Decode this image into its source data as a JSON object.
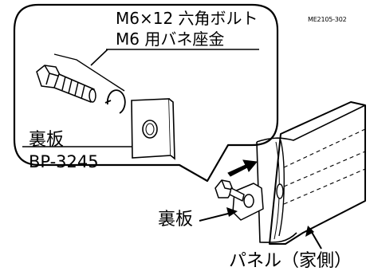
{
  "diagram_code": "ME2105-302",
  "callout": {
    "bolt_spec": "M6×12 六角ボルト",
    "washer_spec": "M6 用バネ座金",
    "back_plate_name": "裏板",
    "back_plate_code": "BP-3245"
  },
  "labels": {
    "back_plate": "裏板",
    "panel": "パネル（家側）"
  },
  "colors": {
    "line": "#000000",
    "background": "#ffffff"
  }
}
